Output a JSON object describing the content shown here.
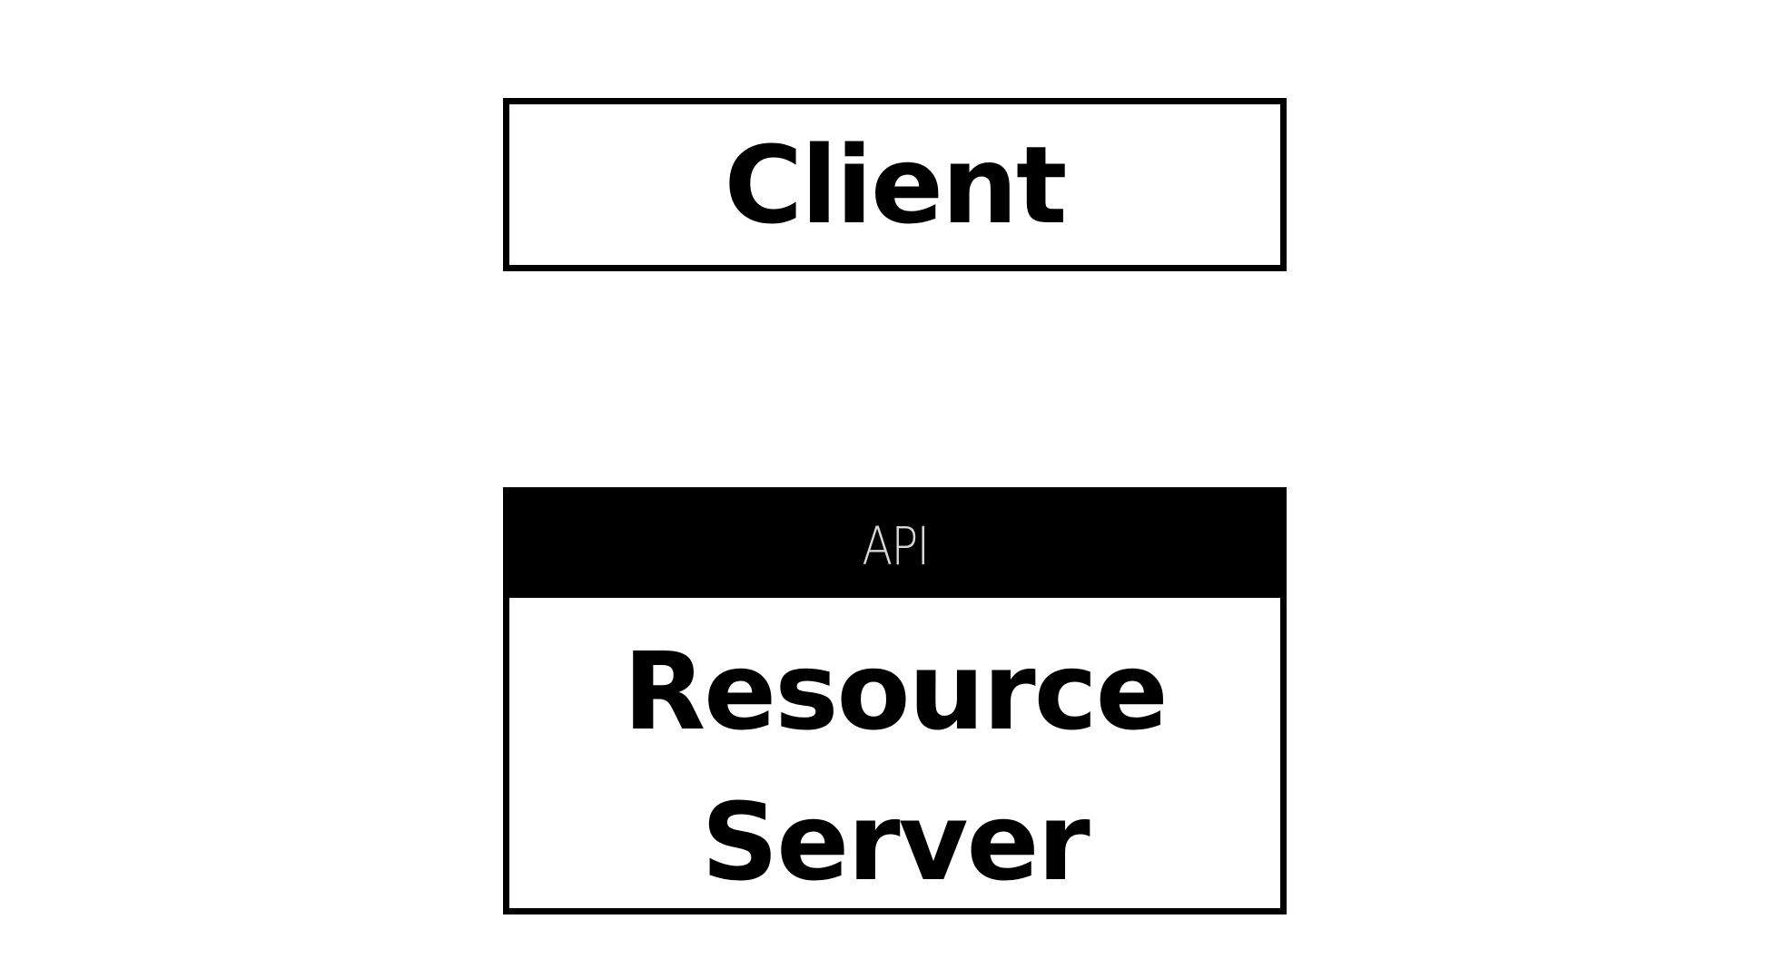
{
  "client": {
    "label": "Client"
  },
  "resource_server": {
    "api_label": "API",
    "line1": "Resource",
    "line2": "Server"
  }
}
